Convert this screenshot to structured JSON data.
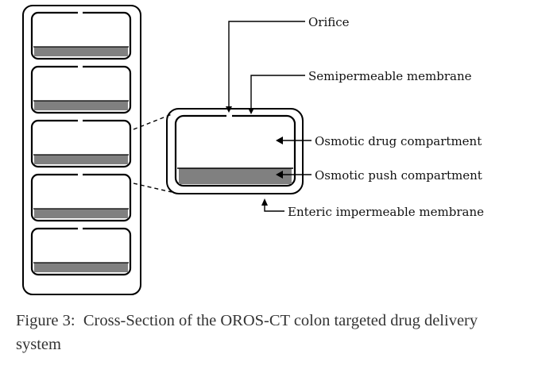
{
  "diagram": {
    "labels": {
      "orifice": "Orifice",
      "semipermeable": "Semipermeable membrane",
      "drug_compartment": "Osmotic drug compartment",
      "push_compartment": "Osmotic push compartment",
      "enteric": "Enteric impermeable membrane"
    },
    "capsule_units": 5
  },
  "caption": {
    "prefix": "Figure 3:",
    "text": "Cross-Section of the OROS-CT colon targeted drug delivery system"
  },
  "colors": {
    "push_layer": "#808080",
    "line": "#000000"
  }
}
